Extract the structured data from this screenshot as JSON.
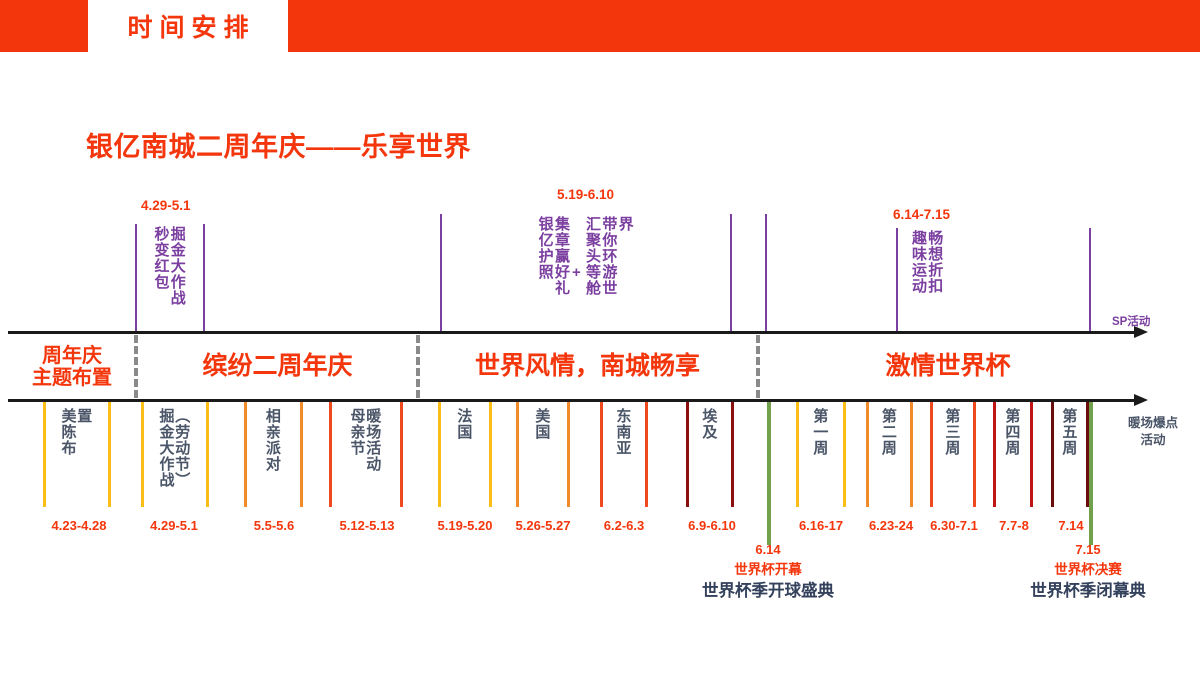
{
  "header": {
    "banner_title": "时间安排",
    "banner_color": "#f4360c"
  },
  "main_title": "银亿南城二周年庆——乐享世界",
  "axis": {
    "top_end_label": "SP活动",
    "bottom_end_label_line1": "暖场爆点",
    "bottom_end_label_line2": "活动"
  },
  "sp_blocks": [
    {
      "date": "4.29-5.1",
      "columns": [
        "掘金大作战",
        "秒变红包"
      ],
      "color": "#7b3fa0"
    },
    {
      "date": "5.19-6.10",
      "columns": [
        "界",
        "带你环游世",
        "汇聚头等舱",
        "+",
        "集章赢好礼",
        "银亿护照"
      ],
      "color": "#7b3fa0"
    },
    {
      "date": "6.14-7.15",
      "columns": [
        "畅想折扣",
        "趣味运动"
      ],
      "color": "#7b3fa0"
    }
  ],
  "categories": [
    {
      "label": "周年庆\n主题布置",
      "line1": "周年庆",
      "line2": "主题布置"
    },
    {
      "label": "缤纷二周年庆"
    },
    {
      "label": "世界风情，南城畅享"
    },
    {
      "label": "激情世界杯"
    }
  ],
  "events": [
    {
      "columns": [
        "置",
        "美陈布"
      ],
      "date": "4.23-4.28",
      "color": "#fcbd16"
    },
    {
      "columns": [
        "（劳动节）",
        "掘金大作战"
      ],
      "date": "4.29-5.1",
      "color": "#fcbd16"
    },
    {
      "columns": [
        "相亲派对"
      ],
      "date": "5.5-5.6",
      "color": "#f08a2a"
    },
    {
      "columns": [
        "暖场活动",
        "母亲节"
      ],
      "date": "5.12-5.13",
      "color": "#ef4a1e"
    },
    {
      "columns": [
        "法国"
      ],
      "date": "5.19-5.20",
      "color": "#fcbd16"
    },
    {
      "columns": [
        "美国"
      ],
      "date": "5.26-5.27",
      "color": "#f08a2a"
    },
    {
      "columns": [
        "东南亚"
      ],
      "date": "6.2-6.3",
      "color": "#ef4a1e"
    },
    {
      "columns": [
        "埃及"
      ],
      "date": "6.9-6.10",
      "color": "#8b0f0f"
    },
    {
      "columns": [
        "第一周"
      ],
      "date": "6.16-17",
      "color": "#fcbd16"
    },
    {
      "columns": [
        "第二周"
      ],
      "date": "6.23-24",
      "color": "#f08a2a"
    },
    {
      "columns": [
        "第三周"
      ],
      "date": "6.30-7.1",
      "color": "#ef4a1e"
    },
    {
      "columns": [
        "第四周"
      ],
      "date": "7.7-8",
      "color": "#c01515"
    },
    {
      "columns": [
        "第五周"
      ],
      "date": "7.14",
      "color": "#6b0d0d"
    }
  ],
  "milestones": [
    {
      "date": "6.14",
      "subtitle": "世界杯开幕",
      "title": "世界杯季开球盛典",
      "color": "#71a14a"
    },
    {
      "date": "7.15",
      "subtitle": "世界杯决赛",
      "title": "世界杯季闭幕典",
      "color": "#71a14a"
    }
  ],
  "chart_data": {
    "type": "table",
    "title": "银亿南城二周年庆——乐享世界 时间安排",
    "phases": [
      "周年庆主题布置",
      "缤纷二周年庆",
      "世界风情，南城畅享",
      "激情世界杯"
    ],
    "sp_activities": [
      {
        "period": "4.29-5.1",
        "name": "掘金大作战 秒变红包"
      },
      {
        "period": "5.19-6.10",
        "name": "银亿护照 集章赢好礼 + 汇聚头等舱 带你环游世界"
      },
      {
        "period": "6.14-7.15",
        "name": "趣味运动 畅想折扣"
      }
    ],
    "warmup_activities": [
      {
        "period": "4.23-4.28",
        "name": "美陈布置"
      },
      {
        "period": "4.29-5.1",
        "name": "（劳动节）掘金大作战"
      },
      {
        "period": "5.5-5.6",
        "name": "相亲派对"
      },
      {
        "period": "5.12-5.13",
        "name": "母亲节 暖场活动"
      },
      {
        "period": "5.19-5.20",
        "name": "法国"
      },
      {
        "period": "5.26-5.27",
        "name": "美国"
      },
      {
        "period": "6.2-6.3",
        "name": "东南亚"
      },
      {
        "period": "6.9-6.10",
        "name": "埃及"
      },
      {
        "period": "6.16-17",
        "name": "第一周"
      },
      {
        "period": "6.23-24",
        "name": "第二周"
      },
      {
        "period": "6.30-7.1",
        "name": "第三周"
      },
      {
        "period": "7.7-8",
        "name": "第四周"
      },
      {
        "period": "7.14",
        "name": "第五周"
      }
    ],
    "milestones": [
      {
        "date": "6.14",
        "label": "世界杯开幕",
        "event": "世界杯季开球盛典"
      },
      {
        "date": "7.15",
        "label": "世界杯决赛",
        "event": "世界杯季闭幕典"
      }
    ]
  }
}
